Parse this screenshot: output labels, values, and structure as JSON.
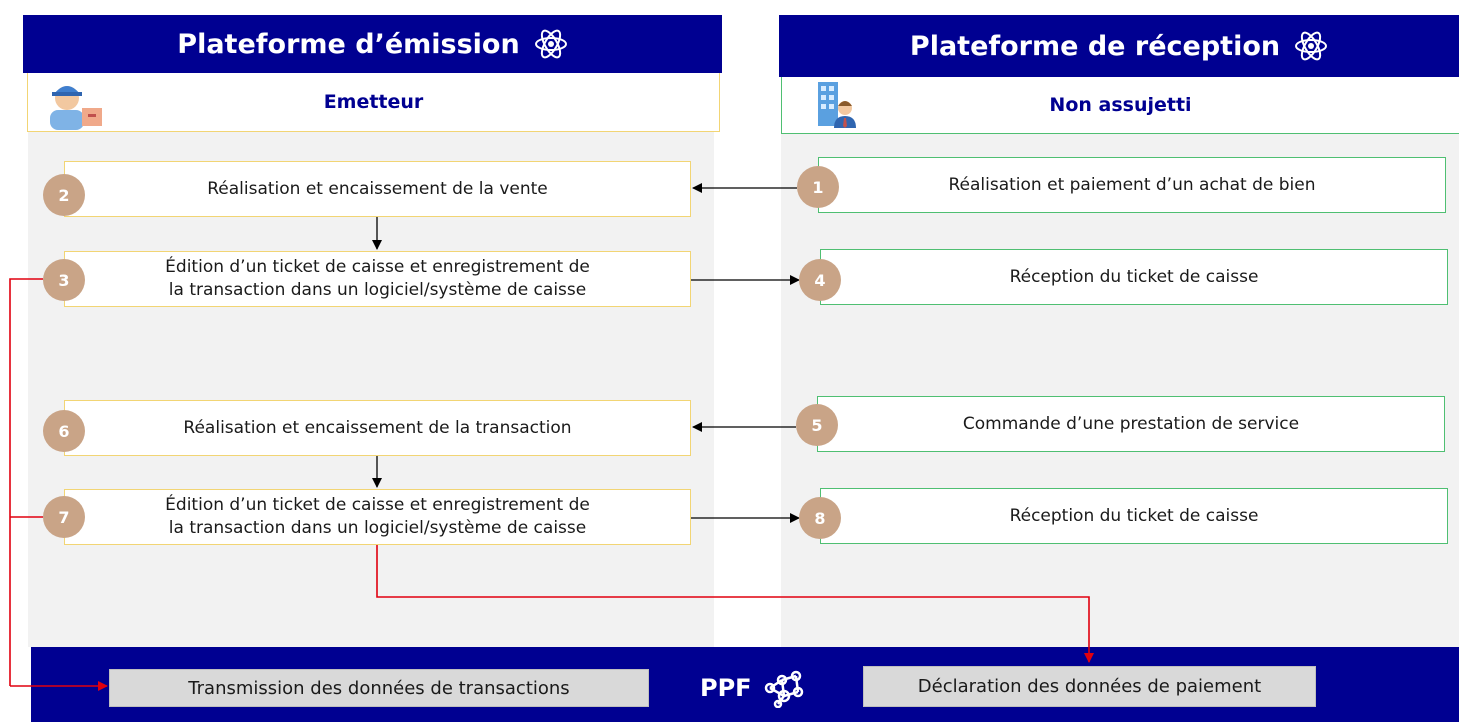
{
  "emission": {
    "title": "Plateforme d’émission",
    "subtitle": "Emetteur"
  },
  "reception": {
    "title": "Plateforme de réception",
    "subtitle": "Non assujetti"
  },
  "steps": {
    "s1": {
      "num": "1",
      "text": "Réalisation et paiement d’un achat de bien"
    },
    "s2": {
      "num": "2",
      "text": "Réalisation et encaissement de la vente"
    },
    "s3": {
      "num": "3",
      "line1": "Édition d’un ticket de caisse et enregistrement de",
      "line2": "la transaction dans un logiciel/système de caisse"
    },
    "s4": {
      "num": "4",
      "text": "Réception du ticket de caisse"
    },
    "s5": {
      "num": "5",
      "text": "Commande d’une prestation de service"
    },
    "s6": {
      "num": "6",
      "text": "Réalisation et encaissement de la transaction"
    },
    "s7": {
      "num": "7",
      "line1": "Édition d’un ticket de caisse et enregistrement de",
      "line2": "la transaction dans un logiciel/système de caisse"
    },
    "s8": {
      "num": "8",
      "text": "Réception du ticket de caisse"
    }
  },
  "ppf": {
    "label": "PPF",
    "transmission": "Transmission des données de transactions",
    "declaration": "Déclaration des données de paiement"
  },
  "colors": {
    "navy": "#000091",
    "step_circle": "#c9a487",
    "left_border": "#f2d574",
    "right_border": "#4fbf72",
    "red_line": "#e1000f"
  },
  "icons": {
    "atom": "atom-icon",
    "worker": "delivery-worker-icon",
    "office": "office-person-icon",
    "network": "network-nodes-icon"
  }
}
